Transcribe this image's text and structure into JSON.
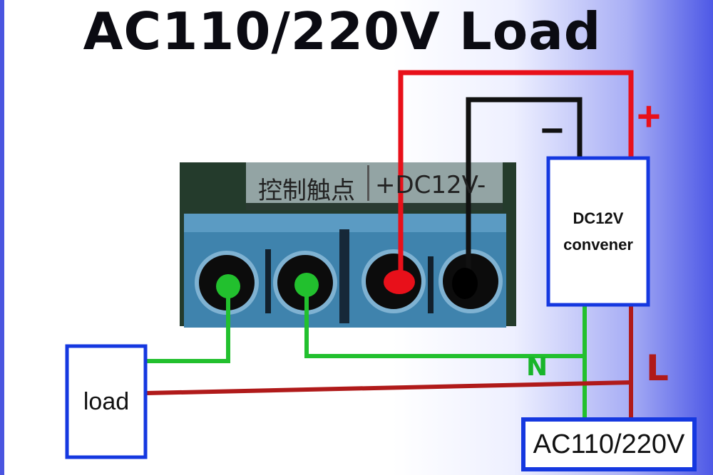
{
  "title": "AC110/220V Load",
  "pcb": {
    "label_cn": "控制触点",
    "label_dc": "+DC12V-",
    "colors": {
      "board": "#243b2c",
      "terminal": "#3f83ad",
      "socket": "#0c0c0c"
    }
  },
  "boxes": {
    "load": {
      "label": "load"
    },
    "converter": {
      "label_line1": "DC12V",
      "label_line2": "convener"
    },
    "ac_source": {
      "label": "AC110/220V"
    }
  },
  "marks": {
    "plus": "+",
    "minus": "−",
    "neutral": "N",
    "line": "L"
  },
  "colors": {
    "red_wire": "#e8101a",
    "black_wire": "#111111",
    "green_wire": "#22c02e",
    "dark_red_wire": "#b01a1a",
    "box_border": "#1538e0"
  }
}
